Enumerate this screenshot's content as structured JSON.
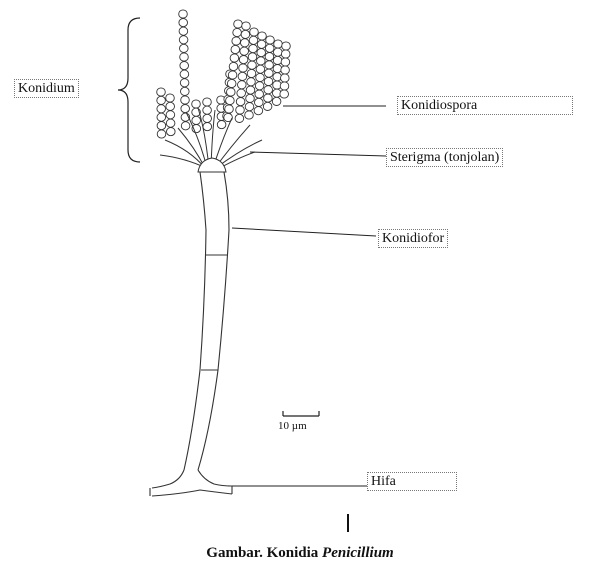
{
  "labels": {
    "konidium": "Konidium",
    "konidiospora": "Konidiospora",
    "sterigma": "Sterigma (tonjolan)",
    "konidiofor": "Konidiofor",
    "hifa": "Hifa"
  },
  "scale_bar": "10 µm",
  "caption": {
    "prefix": "Gambar.  Konidia ",
    "genus": "Penicillium"
  },
  "colors": {
    "line": "#222222",
    "background": "#ffffff"
  }
}
